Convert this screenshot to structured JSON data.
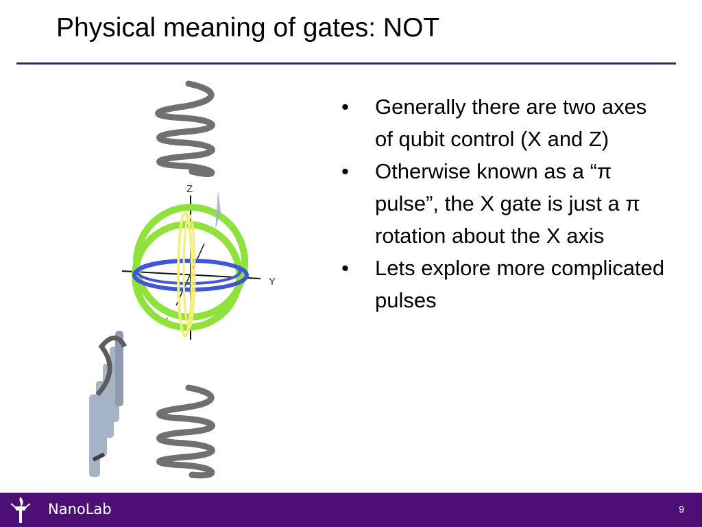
{
  "slide": {
    "title": "Physical meaning of gates: NOT",
    "bullets": [
      "Generally there are two axes of qubit control (X and Z)",
      "Otherwise known as a “π pulse”, the X gate is just a π rotation about the X axis",
      "Lets explore more complicated pulses"
    ],
    "bullet_symbol": "•"
  },
  "figure": {
    "axis_labels": {
      "z": "Z",
      "y": "Y",
      "x": "X"
    },
    "icons": [
      "coil-icon",
      "bloch-sphere-icon",
      "pulse-stack-icon"
    ],
    "colors": {
      "coil": "#707070",
      "outer_ring": "#8ee23a",
      "equator_ring": "#3f56d8",
      "inner_ring": "#f2ef7a",
      "pulse_stack": "#a6b4c8"
    }
  },
  "footer": {
    "name": "NanoLab",
    "page_number": "9",
    "background": "#4b0f75"
  }
}
